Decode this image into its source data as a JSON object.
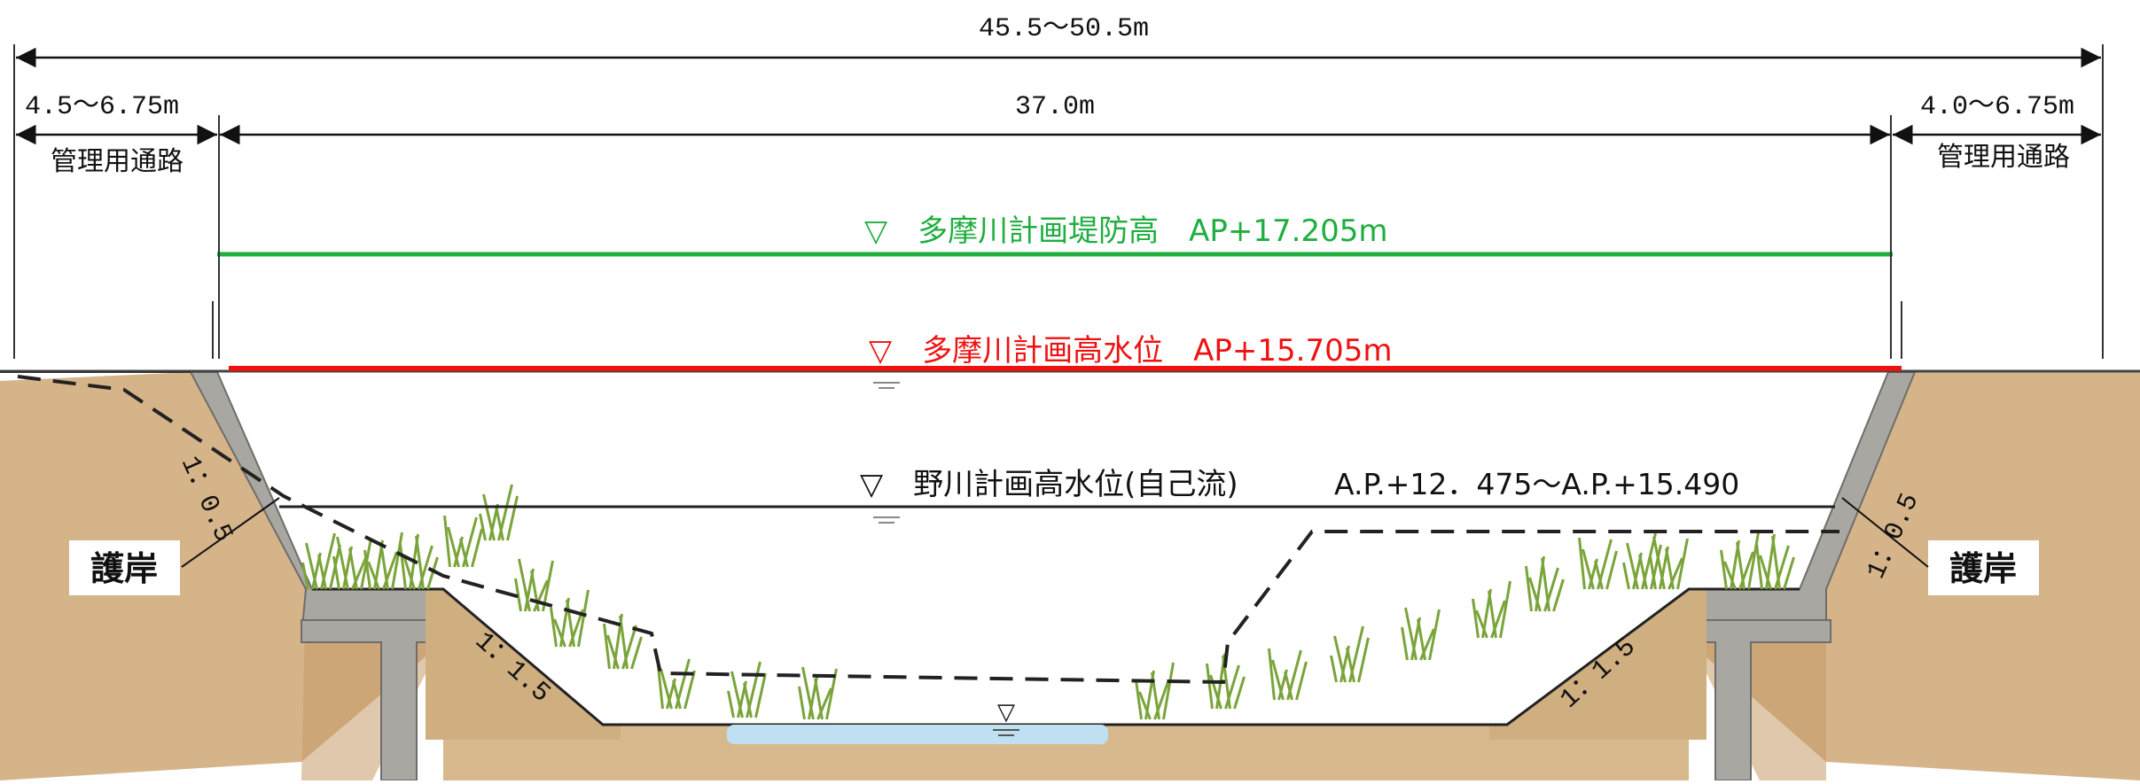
{
  "dimensions": {
    "overall_width": "45.5～50.5m",
    "left_road_width": "4.5～6.75m",
    "channel_width": "37.0m",
    "right_road_width": "4.0～6.75m"
  },
  "labels": {
    "left_road": "管理用通路",
    "right_road": "管理用通路",
    "left_revetment": "護岸",
    "right_revetment": "護岸",
    "left_upper_slope": "1：0.5",
    "right_upper_slope": "1：0.5",
    "left_lower_slope": "1：1.5",
    "right_lower_slope": "1：1.5"
  },
  "water_levels": {
    "tama_levee": "▽　多摩川計画堤防高　AP+17.205m",
    "tama_hwl": "▽　多摩川計画高水位　AP+15.705m",
    "nogawa_hwl": "▽　野川計画高水位(自己流)",
    "nogawa_hwl_value": "A.P.+12．475～A.P.+15.490",
    "normal_marker": "▽"
  },
  "colors": {
    "levee_line": "#1fae3f",
    "hwl_line": "#ee1111",
    "concrete": "#a9a7a2",
    "soil": "#d6b48a",
    "soil_dark": "#c49a66",
    "water": "#bfe0f0",
    "grass": "#7aa43a"
  }
}
